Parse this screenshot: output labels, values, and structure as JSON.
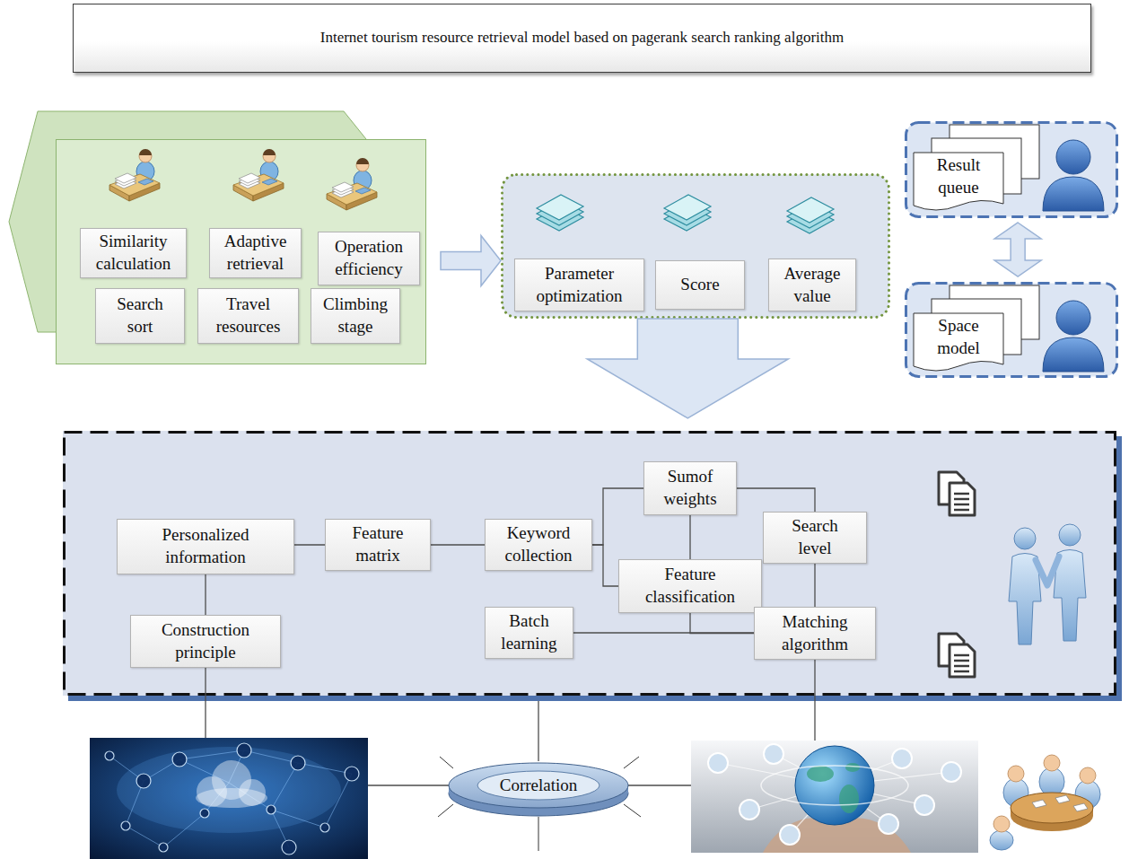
{
  "diagram": {
    "title": "Internet tourism resource retrieval model based on pagerank search ranking algorithm",
    "nodes": [
      {
        "text": []
      },
      {
        "text": [
          "Similarity calculation"
        ],
        "in": 0
      },
      {
        "text": [
          "Adaptive retrieval"
        ],
        "in": 0
      },
      {
        "text": [
          "Operation efficiency"
        ],
        "in": 0
      },
      {
        "text": [
          "Search sort"
        ],
        "in": 0
      },
      {
        "text": [
          "Travel resources"
        ],
        "in": 0
      },
      {
        "text": [
          "Climbing stage"
        ],
        "in": 0
      },
      {
        "text": []
      },
      {
        "text": [
          "Parameter optimization"
        ],
        "in": 7
      },
      {
        "text": [
          "Score"
        ],
        "in": 7
      },
      {
        "text": [
          "Average value"
        ],
        "in": 7
      },
      {
        "text": [
          "Result queue"
        ]
      },
      {
        "text": [
          "Space model"
        ]
      },
      {
        "text": []
      },
      {
        "text": [
          "Personalized information"
        ],
        "in": 13
      },
      {
        "text": [
          "Feature matrix"
        ],
        "in": 13
      },
      {
        "text": [
          "Keyword collection"
        ],
        "in": 13
      },
      {
        "text": [
          "Sumof weights"
        ],
        "in": 13
      },
      {
        "text": [
          "Search level"
        ],
        "in": 13
      },
      {
        "text": [
          "Feature classification"
        ],
        "in": 13
      },
      {
        "text": [
          "Construction principle"
        ],
        "in": 13
      },
      {
        "text": [
          "Batch learning"
        ],
        "in": 13
      },
      {
        "text": [
          "Matching algorithm"
        ],
        "in": 13
      },
      {
        "text": [
          "Correlation"
        ]
      }
    ],
    "edges": [
      {
        "from": 0,
        "to": 7,
        "arrow": "to"
      },
      {
        "from": 7,
        "to": 13,
        "arrow": "to"
      },
      {
        "from": 11,
        "to": 12,
        "arrow": "both"
      },
      {
        "from": 14,
        "to": 15,
        "arrow": "none"
      },
      {
        "from": 15,
        "to": 16,
        "arrow": "none"
      },
      {
        "from": 16,
        "to": 17,
        "arrow": "none"
      },
      {
        "from": 16,
        "to": 19,
        "arrow": "none"
      },
      {
        "from": 17,
        "to": 19,
        "arrow": "none"
      },
      {
        "from": 17,
        "to": 18,
        "arrow": "none"
      },
      {
        "from": 18,
        "to": 22,
        "arrow": "none"
      },
      {
        "from": 19,
        "to": 22,
        "arrow": "none"
      },
      {
        "from": 21,
        "to": 22,
        "arrow": "none"
      },
      {
        "from": 14,
        "to": 20,
        "arrow": "none"
      },
      {
        "from": 13,
        "to": 23,
        "arrow": "none"
      }
    ]
  }
}
